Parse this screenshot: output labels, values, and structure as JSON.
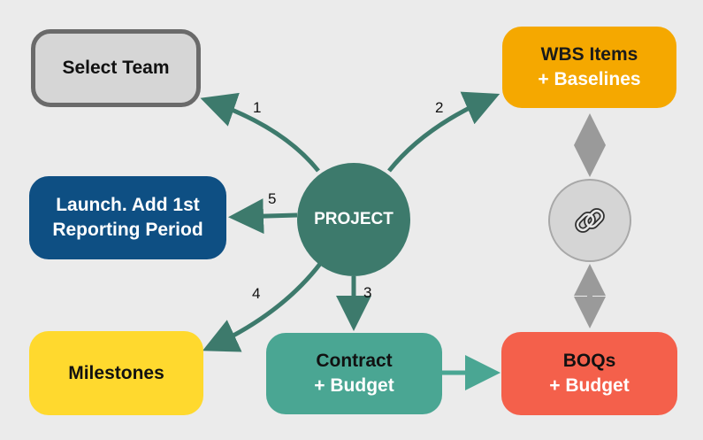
{
  "nodes": {
    "project": "PROJECT",
    "select_team": "Select Team",
    "wbs_line1": "WBS Items",
    "wbs_line2": "+ Baselines",
    "launch_line1": "Launch. Add 1st",
    "launch_line2": "Reporting Period",
    "milestones": "Milestones",
    "contract_line1": "Contract",
    "contract_line2": "+ Budget",
    "boq_line1": "BOQs",
    "boq_line2": "+ Budget"
  },
  "steps": {
    "s1": "1",
    "s2": "2",
    "s3": "3",
    "s4": "4",
    "s5": "5"
  },
  "icons": {
    "link": "chain-link-icon"
  },
  "colors": {
    "background": "#ebebeb",
    "project": "#3d7a6c",
    "arrow": "#3d7a6c",
    "arrow_gray": "#9a9a9a",
    "team": "#d6d6d6",
    "wbs": "#f5a800",
    "launch": "#0e4f83",
    "milestones": "#ffd92e",
    "contract": "#4aa693",
    "boq": "#f4604b"
  }
}
